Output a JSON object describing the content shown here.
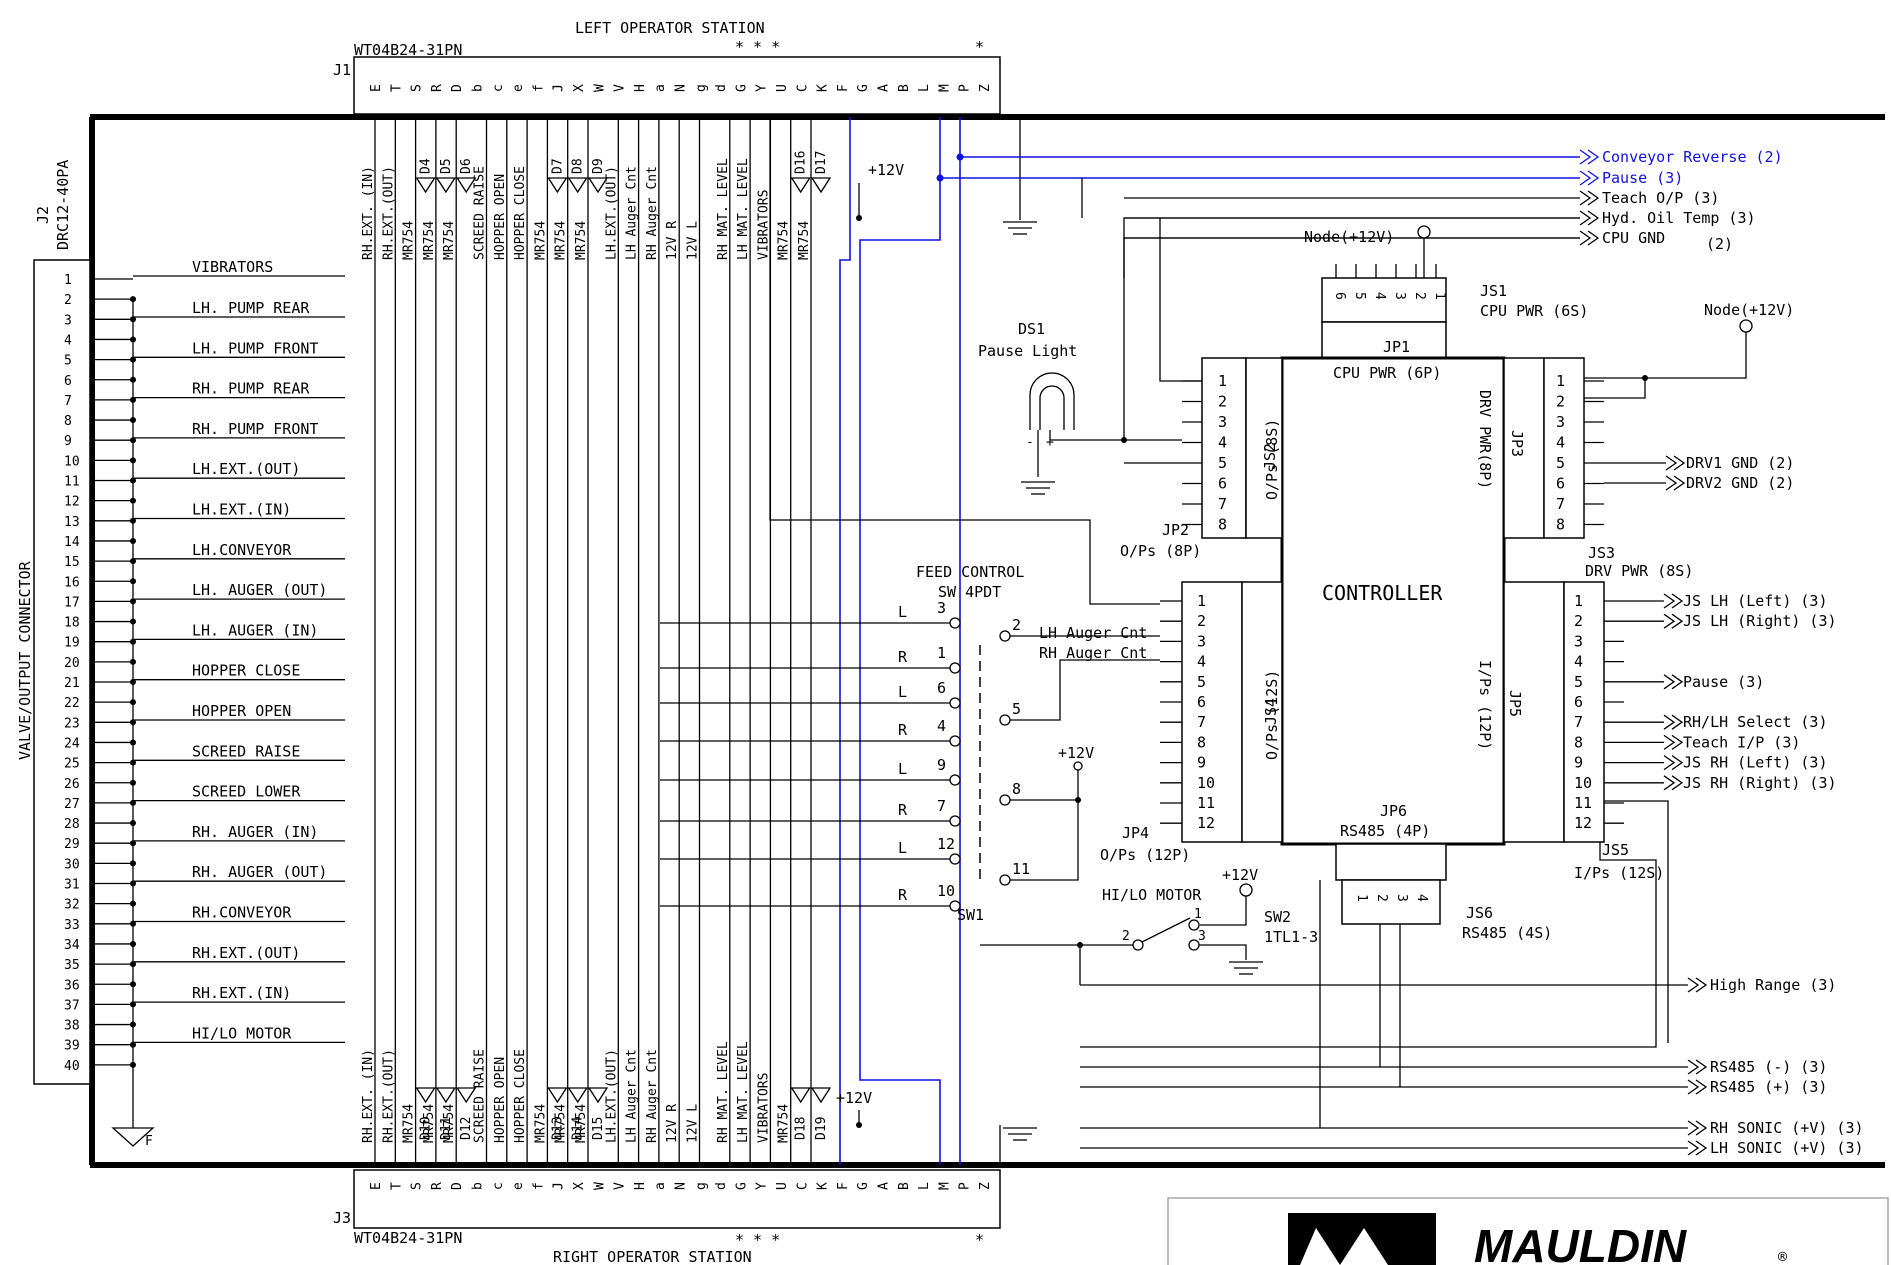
{
  "left_station": {
    "title": "LEFT OPERATOR STATION",
    "connector": "WT04B24-31PN",
    "ref": "J1",
    "marks": "* * *",
    "mark2": "*",
    "pins": [
      "E",
      "T",
      "S",
      "R",
      "D",
      "b",
      "c",
      "e",
      "f",
      "J",
      "X",
      "W",
      "V",
      "H",
      "a",
      "N",
      "g",
      "d",
      "G",
      "Y",
      "U",
      "C",
      "K",
      "F",
      "G",
      "A",
      "B",
      "L",
      "M",
      "P",
      "Z"
    ],
    "signals": [
      "RH.EXT. (IN)",
      "RH.EXT.(OUT)",
      "MR754",
      "MR754",
      "MR754",
      "SCREED RAISE",
      "HOPPER OPEN",
      "HOPPER CLOSE",
      "MR754",
      "MR754",
      "MR754",
      "LH.EXT.(OUT)",
      "LH Auger Cnt",
      "RH Auger Cnt",
      "12V R",
      "12V L",
      "RH MAT. LEVEL",
      "LH MAT. LEVEL",
      "VIBRATORS",
      "MR754",
      "MR754"
    ],
    "diodes": [
      "D4",
      "D5",
      "D6",
      "D7",
      "D8",
      "D9",
      "D16",
      "D17"
    ]
  },
  "right_station": {
    "title": "RIGHT OPERATOR STATION",
    "connector": "WT04B24-31PN",
    "ref": "J3",
    "marks": "* * *",
    "mark2": "*",
    "signals": [
      "RH.EXT. (IN)",
      "RH.EXT.(OUT)",
      "MR754",
      "MR754",
      "MR754",
      "SCREED RAISE",
      "HOPPER OPEN",
      "HOPPER CLOSE",
      "MR754",
      "MR754",
      "MR754",
      "LH.EXT.(OUT)",
      "LH Auger Cnt",
      "RH Auger Cnt",
      "12V R",
      "12V L",
      "RH MAT. LEVEL",
      "LH MAT. LEVEL",
      "VIBRATORS",
      "MR754"
    ],
    "diodes": [
      "D10",
      "D11",
      "D12",
      "D13",
      "D14",
      "D15",
      "D18",
      "D19"
    ],
    "plus12": "+12V"
  },
  "valve_connector": {
    "ref": "J2",
    "part": "DRC12-40PA",
    "label": "VALVE/OUTPUT CONNECTOR",
    "pins": [
      "1",
      "2",
      "3",
      "4",
      "5",
      "6",
      "7",
      "8",
      "9",
      "10",
      "11",
      "12",
      "13",
      "14",
      "15",
      "16",
      "17",
      "18",
      "19",
      "20",
      "21",
      "22",
      "23",
      "24",
      "25",
      "26",
      "27",
      "28",
      "29",
      "30",
      "31",
      "32",
      "33",
      "34",
      "35",
      "36",
      "37",
      "38",
      "39",
      "40"
    ],
    "outputs": [
      "VIBRATORS",
      "LH. PUMP REAR",
      "LH. PUMP FRONT",
      "RH. PUMP REAR",
      "RH. PUMP FRONT",
      "LH.EXT.(OUT)",
      "LH.EXT.(IN)",
      "LH.CONVEYOR",
      "LH. AUGER (OUT)",
      "LH. AUGER (IN)",
      "HOPPER CLOSE",
      "HOPPER OPEN",
      "SCREED RAISE",
      "SCREED LOWER",
      "RH. AUGER (IN)",
      "RH. AUGER (OUT)",
      "RH.CONVEYOR",
      "RH.EXT.(OUT)",
      "RH.EXT.(IN)",
      "HI/LO MOTOR"
    ],
    "ground": "F"
  },
  "top_left": {
    "plus12": "+12V"
  },
  "right_signals_top": [
    {
      "label": "Conveyor Reverse (2)",
      "color": "#1010e0"
    },
    {
      "label": "Pause (3)",
      "color": "#1010e0"
    },
    {
      "label": "Teach O/P (3)",
      "color": "#000000"
    },
    {
      "label": "Hyd. Oil Temp (3)",
      "color": "#000000"
    },
    {
      "label": "CPU GND",
      "color": "#000000"
    }
  ],
  "cpu_gnd_note": "(2)",
  "node1": "Node(+12V)",
  "node2": "Node(+12V)",
  "js1": {
    "ref": "JS1",
    "desc": "CPU PWR (6S)",
    "pins": [
      "6",
      "5",
      "4",
      "3",
      "2",
      "1"
    ]
  },
  "jp1": {
    "ref": "JP1",
    "desc": "CPU PWR (6P)"
  },
  "ds1": {
    "ref": "DS1",
    "desc": "Pause Light",
    "minus": "-",
    "plus": "+"
  },
  "js2": {
    "ref": "JS2",
    "desc": "O/Ps (8S)",
    "pins": [
      "1",
      "2",
      "3",
      "4",
      "5",
      "6",
      "7",
      "8"
    ]
  },
  "jp2": {
    "ref": "JP2",
    "desc": "O/Ps (8P)"
  },
  "jp3": {
    "ref": "JP3",
    "desc": "DRV PWR(8P)",
    "pins": [
      "1",
      "2",
      "3",
      "4",
      "5",
      "6",
      "7",
      "8"
    ]
  },
  "js3": {
    "ref": "JS3",
    "desc": "DRV PWR (8S)"
  },
  "drv_gnd": [
    "DRV1 GND (2)",
    "DRV2 GND (2)"
  ],
  "controller": {
    "label": "CONTROLLER"
  },
  "feed": {
    "title": "FEED CONTROL",
    "sub": "SW 4PDT",
    "sw": "SW1",
    "rows": [
      {
        "side": "L",
        "num": "3"
      },
      {
        "side": "R",
        "num": "1"
      },
      {
        "side": "L",
        "num": "6"
      },
      {
        "side": "R",
        "num": "4"
      },
      {
        "side": "L",
        "num": "9"
      },
      {
        "side": "R",
        "num": "7"
      },
      {
        "side": "L",
        "num": "12"
      },
      {
        "side": "R",
        "num": "10"
      }
    ],
    "commons": [
      "2",
      "5",
      "8",
      "11"
    ],
    "lh_cnt": "LH Auger Cnt",
    "rh_cnt": "RH Auger Cnt",
    "plus12": "+12V"
  },
  "js4": {
    "ref": "JS4",
    "desc": "O/Ps (12S)",
    "pins": [
      "1",
      "2",
      "3",
      "4",
      "5",
      "6",
      "7",
      "8",
      "9",
      "10",
      "11",
      "12"
    ]
  },
  "jp4": {
    "ref": "JP4",
    "desc": "O/Ps (12P)"
  },
  "jp5": {
    "ref": "JP5",
    "desc": "I/Ps (12P)",
    "pins": [
      "1",
      "2",
      "3",
      "4",
      "5",
      "6",
      "7",
      "8",
      "9",
      "10",
      "11",
      "12"
    ]
  },
  "js5": {
    "ref": "JS5",
    "desc": "I/Ps (12S)"
  },
  "jp6": {
    "ref": "JP6",
    "desc": "RS485 (4P)"
  },
  "js6": {
    "ref": "JS6",
    "desc": "RS485 (4S)",
    "pins": [
      "1",
      "2",
      "3",
      "4"
    ]
  },
  "jp5_signals": [
    "JS LH (Left) (3)",
    "JS LH (Right) (3)",
    "Pause (3)",
    "RH/LH Select (3)",
    "Teach I/P (3)",
    "JS RH (Left) (3)",
    "JS RH (Right) (3)"
  ],
  "hilo": {
    "title": "HI/LO MOTOR",
    "plus12": "+12V",
    "sw": "SW2",
    "part": "1TL1-3",
    "pins": [
      "1",
      "2",
      "3"
    ]
  },
  "right_signals_bottom": [
    "High Range (3)",
    "RS485 (-) (3)",
    "RS485 (+) (3)",
    "RH SONIC (+V) (3)",
    "LH SONIC (+V) (3)"
  ],
  "brand": {
    "name": "MAULDIN",
    "reg": "®"
  }
}
